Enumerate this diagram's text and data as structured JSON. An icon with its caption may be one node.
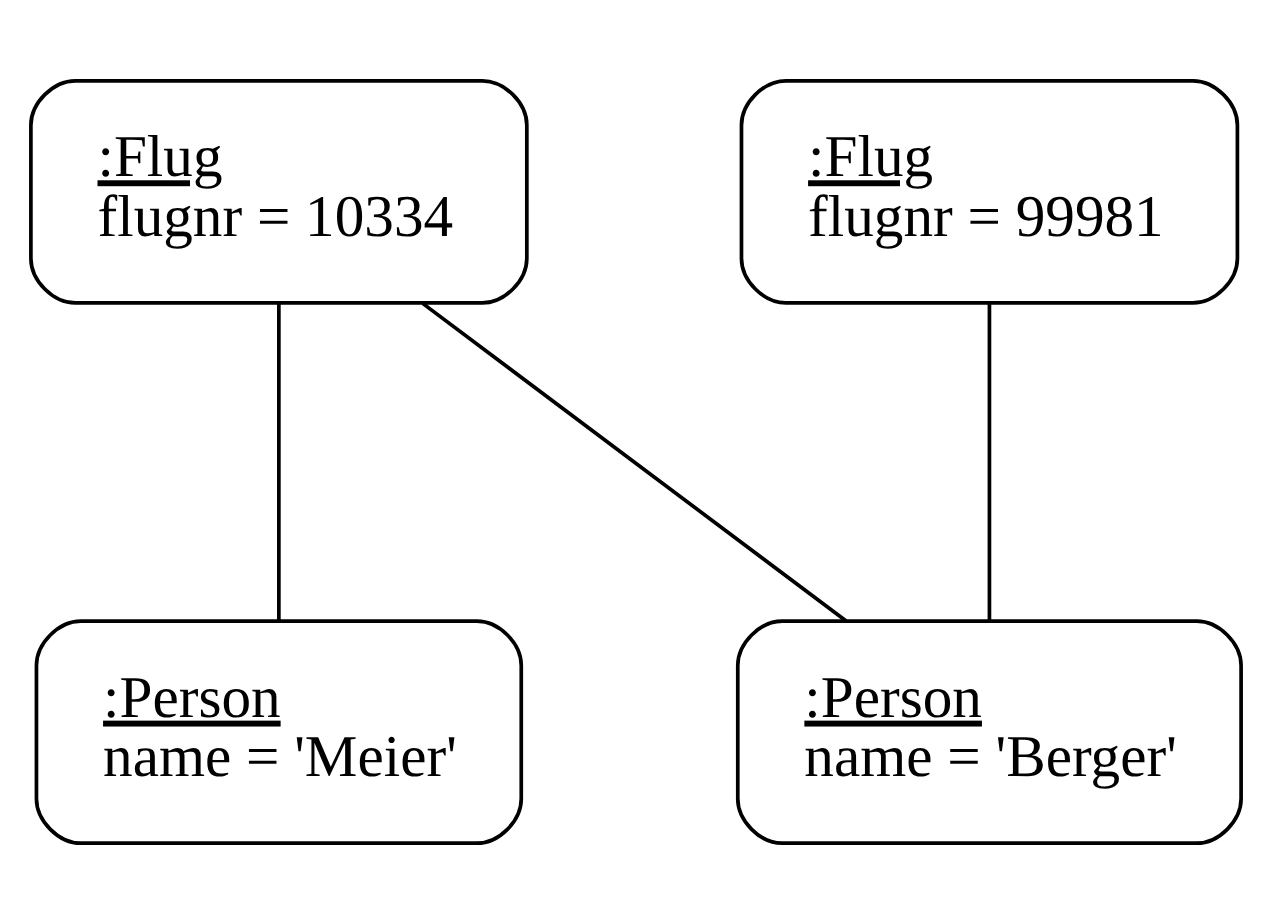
{
  "diagram": {
    "nodes": [
      {
        "text": [
          ":Flug",
          "flugnr = 10334"
        ]
      },
      {
        "text": [
          ":Flug",
          "flugnr = 99981"
        ]
      },
      {
        "text": [
          ":Person",
          "name = 'Meier'"
        ]
      },
      {
        "text": [
          ":Person",
          "name = 'Berger'"
        ]
      }
    ],
    "edges": [
      {
        "from": 0,
        "to": 2,
        "arrow": "none"
      },
      {
        "from": 0,
        "to": 3,
        "arrow": "none"
      },
      {
        "from": 1,
        "to": 3,
        "arrow": "none"
      }
    ]
  }
}
